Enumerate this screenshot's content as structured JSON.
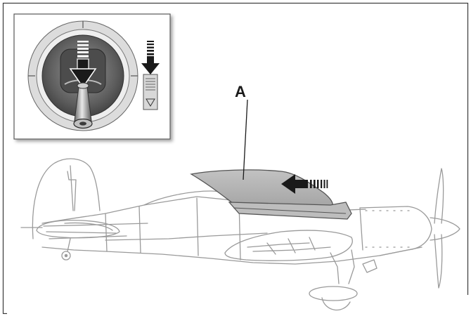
{
  "diagram": {
    "callout_label": "A",
    "colors": {
      "outline": "#9a9a9a",
      "frame": "#3a3a3a",
      "wing_fill": "#b4b4b4",
      "arrow": "#1a1a1a",
      "inset_background": "#ffffff",
      "gimbal_dark": "#5c5c5c",
      "gimbal_ring": "#d0d0d0"
    },
    "inset": {
      "stick_direction": "down",
      "trim_direction": "down"
    },
    "motion_arrow_direction": "left",
    "icons": [
      "transmitter-stick-icon",
      "trim-indicator-icon",
      "motion-arrow-icon",
      "airplane-outline-icon"
    ]
  }
}
